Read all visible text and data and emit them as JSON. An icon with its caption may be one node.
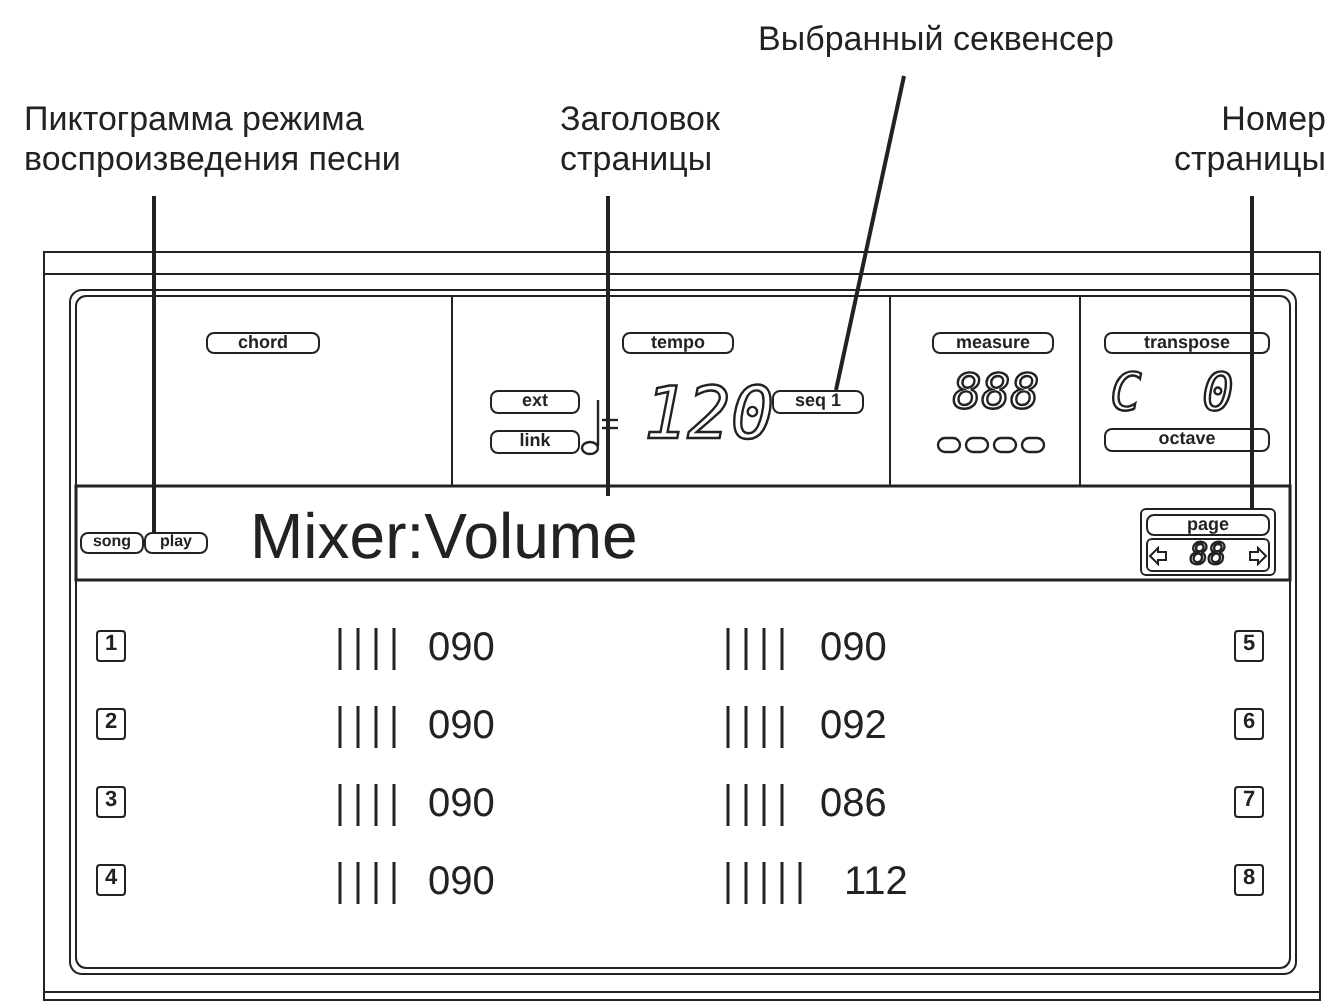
{
  "diagram": {
    "nodes": [
      {
        "text": [
          "Выбранный секвенсер"
        ]
      },
      {
        "text": [
          "Пиктограмма режима воспроизведения песни"
        ]
      },
      {
        "text": [
          "Заголовок страницы"
        ]
      },
      {
        "text": [
          "Номер страницы"
        ]
      },
      {
        "text": [
          "chord"
        ]
      },
      {
        "text": [
          "tempo"
        ]
      },
      {
        "text": [
          "measure"
        ]
      },
      {
        "text": [
          "transpose"
        ]
      },
      {
        "text": [
          "ext"
        ]
      },
      {
        "text": [
          "seq 1"
        ]
      },
      {
        "text": [
          "link"
        ]
      },
      {
        "text": [
          "octave"
        ]
      },
      {
        "text": [
          "song",
          "play"
        ]
      },
      {
        "text": [
          "Mixer:Volume"
        ]
      },
      {
        "text": [
          "page",
          "88"
        ]
      }
    ],
    "edges": [
      {
        "from": 0,
        "to": 9,
        "arrow": "none"
      },
      {
        "from": 1,
        "to": 12,
        "arrow": "none"
      },
      {
        "from": 2,
        "to": 13,
        "arrow": "none"
      },
      {
        "from": 3,
        "to": 14,
        "arrow": "none"
      }
    ],
    "labels": [
      "120",
      "888",
      "C",
      "0",
      "1",
      "090",
      "090",
      "5",
      "2",
      "090",
      "092",
      "6",
      "3",
      "090",
      "086",
      "7",
      "4",
      "090",
      "112",
      "8"
    ]
  }
}
